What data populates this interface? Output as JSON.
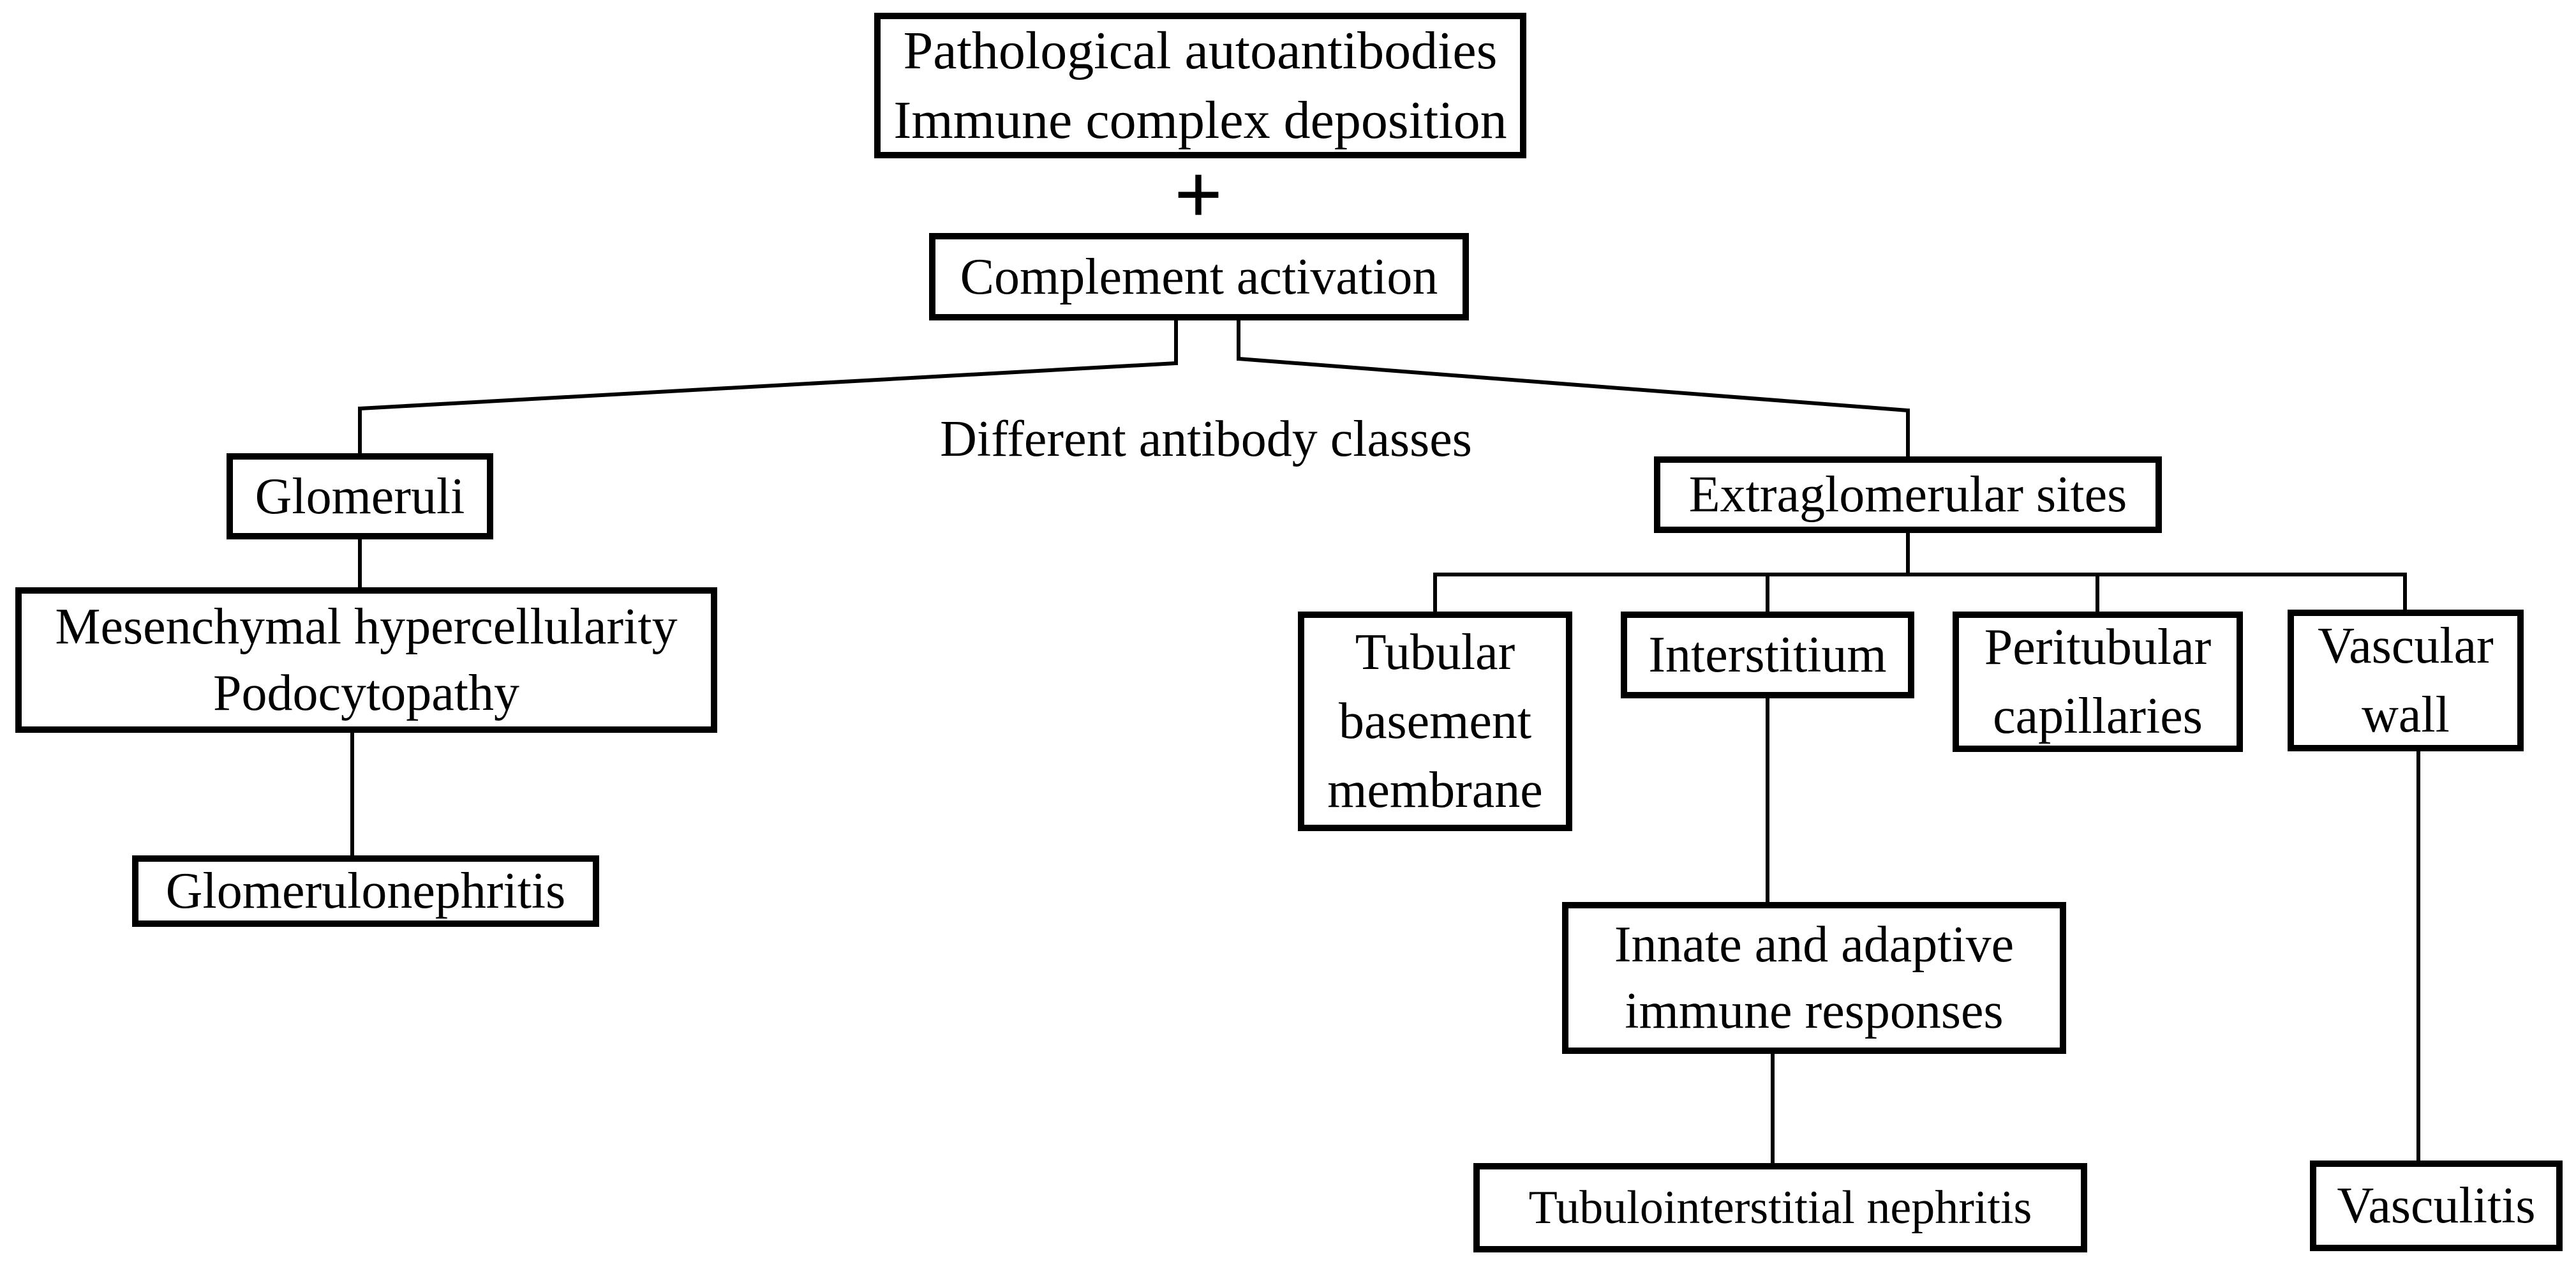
{
  "diagram": {
    "nodes": {
      "pathological_autoantibodies": "Pathological autoantibodies\nImmune complex deposition",
      "plus_sign": "+",
      "complement_activation": "Complement activation",
      "different_antibody_classes": "Different antibody classes",
      "glomeruli": "Glomeruli",
      "mesenchymal_hypercellularity": "Mesenchymal hypercellularity\nPodocytopathy",
      "glomerulonephritis": "Glomerulonephritis",
      "extraglomerular_sites": "Extraglomerular sites",
      "tubular_basement_membrane": "Tubular\nbasement\nmembrane",
      "interstitium": "Interstitium",
      "peritubular_capillaries": "Peritubular\ncapillaries",
      "vascular_wall": "Vascular\nwall",
      "innate_adaptive_immune_responses": "Innate and adaptive\nimmune responses",
      "tubulointerstitial_nephritis": "Tubulointerstitial nephritis",
      "vasculitis": "Vasculitis"
    },
    "colors": {
      "line": "#000000",
      "text": "#000000",
      "background": "#ffffff"
    }
  }
}
